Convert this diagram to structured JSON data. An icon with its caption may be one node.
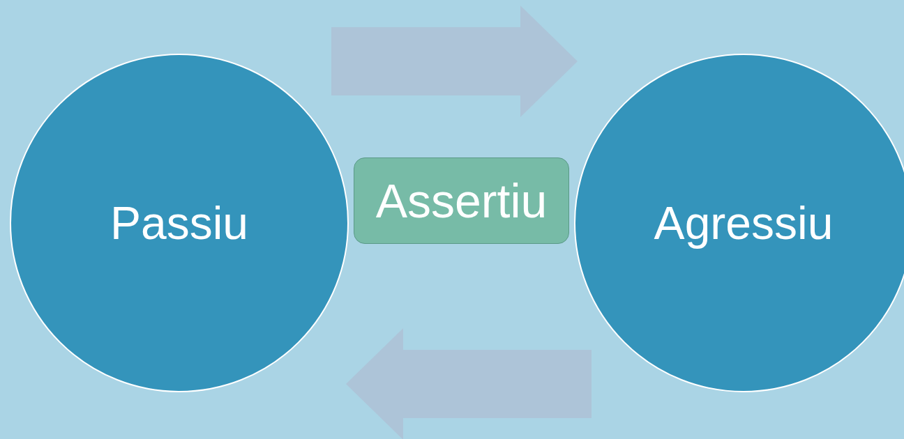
{
  "diagram": {
    "nodes": [
      {
        "text": [
          "Passiu"
        ]
      },
      {
        "text": [
          "Assertiu"
        ]
      },
      {
        "text": [
          "Agressiu"
        ]
      }
    ],
    "edges": [
      {
        "from": 0,
        "to": 2,
        "arrow": "to"
      },
      {
        "from": 2,
        "to": 0,
        "arrow": "to"
      }
    ]
  }
}
